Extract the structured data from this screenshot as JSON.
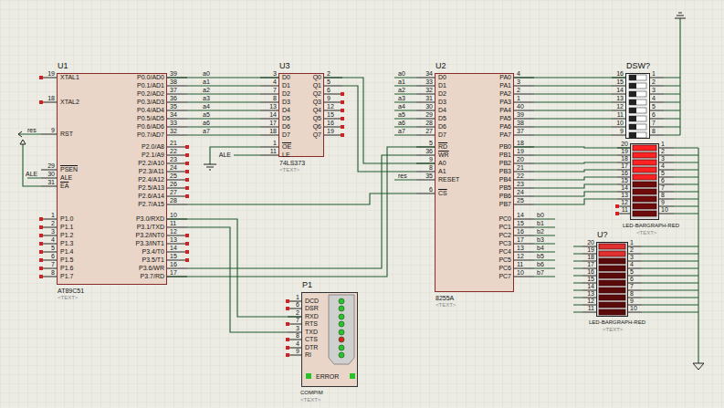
{
  "diagram": {
    "nodes": [
      {
        "text": [
          "U1",
          "AT89C51",
          "<TEXT>"
        ]
      },
      {
        "text": [
          "U3",
          "74LS373",
          "<TEXT>"
        ]
      },
      {
        "text": [
          "U2",
          "8255A",
          "<TEXT>"
        ]
      },
      {
        "text": [
          "DSW?"
        ]
      },
      {
        "text": [
          "LED-BARGRAPH-RED",
          "<TEXT>"
        ]
      },
      {
        "text": [
          "U?",
          "LED-BARGRAPH-RED",
          "<TEXT>"
        ]
      },
      {
        "text": [
          "P1",
          "ERROR",
          "COMPIM",
          "<TEXT>"
        ]
      }
    ],
    "edges": [
      {
        "from": 0,
        "to": 1,
        "arrow": "none"
      },
      {
        "from": 0,
        "to": 2,
        "arrow": "none"
      },
      {
        "from": 1,
        "to": 2,
        "arrow": "none"
      },
      {
        "from": 0,
        "to": 6,
        "arrow": "none"
      },
      {
        "from": 2,
        "to": 3,
        "arrow": "none"
      },
      {
        "from": 2,
        "to": 4,
        "arrow": "none"
      }
    ],
    "labels": [
      "19",
      "18",
      "9",
      "29",
      "30",
      "31",
      "1",
      "2",
      "3",
      "4",
      "5",
      "6",
      "7",
      "8",
      "XTAL1",
      "XTAL2",
      "RST",
      "PSEN",
      "ALE",
      "EA",
      "P1.0",
      "P1.1",
      "P1.2",
      "P1.3",
      "P1.4",
      "P1.5",
      "P1.6",
      "P1.7",
      "P0.0/AD0",
      "P0.1/AD1",
      "P0.2/AD2",
      "P0.3/AD3",
      "P0.4/AD4",
      "P0.5/AD5",
      "P0.6/AD6",
      "P0.7/AD7",
      "P2.0/A8",
      "P2.1/A9",
      "P2.2/A10",
      "P2.3/A11",
      "P2.4/A12",
      "P2.5/A13",
      "P2.6/A14",
      "P2.7/A15",
      "P3.0/RXD",
      "P3.1/TXD",
      "P3.2/INT0",
      "P3.3/INT1",
      "P3.4/T0",
      "P3.5/T1",
      "P3.6/WR",
      "P3.7/RD",
      "39",
      "38",
      "37",
      "36",
      "35",
      "34",
      "33",
      "32",
      "21",
      "22",
      "23",
      "24",
      "25",
      "26",
      "27",
      "28",
      "10",
      "11",
      "12",
      "13",
      "14",
      "15",
      "16",
      "17",
      "a0",
      "a1",
      "a2",
      "a3",
      "a4",
      "a5",
      "a6",
      "a7",
      "res",
      "ALE",
      "3",
      "4",
      "7",
      "8",
      "13",
      "14",
      "17",
      "18",
      "1",
      "11",
      "D0",
      "D1",
      "D2",
      "D3",
      "D4",
      "D5",
      "D6",
      "D7",
      "OE",
      "LE",
      "Q0",
      "Q1",
      "Q2",
      "Q3",
      "Q4",
      "Q5",
      "Q6",
      "Q7",
      "2",
      "5",
      "6",
      "9",
      "12",
      "15",
      "16",
      "19",
      "ALE",
      "a0",
      "a1",
      "a2",
      "a3",
      "a4",
      "a5",
      "a6",
      "a7",
      "res",
      "34",
      "33",
      "32",
      "31",
      "30",
      "29",
      "28",
      "27",
      "5",
      "36",
      "9",
      "8",
      "35",
      "6",
      "D0",
      "D1",
      "D2",
      "D3",
      "D4",
      "D5",
      "D6",
      "D7",
      "RD",
      "WR",
      "A0",
      "A1",
      "RESET",
      "CS",
      "PA0",
      "PA1",
      "PA2",
      "PA3",
      "PA4",
      "PA5",
      "PA6",
      "PA7",
      "PB0",
      "PB1",
      "PB2",
      "PB3",
      "PB4",
      "PB5",
      "PB6",
      "PB7",
      "PC0",
      "PC1",
      "PC2",
      "PC3",
      "PC4",
      "PC5",
      "PC6",
      "PC7",
      "4",
      "3",
      "2",
      "1",
      "40",
      "39",
      "38",
      "37",
      "18",
      "19",
      "20",
      "21",
      "22",
      "23",
      "24",
      "25",
      "14",
      "15",
      "16",
      "17",
      "13",
      "12",
      "11",
      "10",
      "b0",
      "b1",
      "b2",
      "b3",
      "b4",
      "b5",
      "b6",
      "b7",
      "16",
      "15",
      "14",
      "13",
      "12",
      "11",
      "10",
      "9",
      "1",
      "2",
      "3",
      "4",
      "5",
      "6",
      "7",
      "8",
      "20",
      "19",
      "18",
      "17",
      "16",
      "15",
      "14",
      "13",
      "12",
      "11",
      "1",
      "2",
      "3",
      "4",
      "5",
      "6",
      "7",
      "8",
      "9",
      "10",
      "20",
      "19",
      "18",
      "17",
      "16",
      "15",
      "14",
      "13",
      "12",
      "11",
      "1",
      "2",
      "3",
      "4",
      "5",
      "6",
      "7",
      "8",
      "9",
      "10",
      "1",
      "6",
      "2",
      "7",
      "3",
      "8",
      "4",
      "9",
      "DCD",
      "DSR",
      "RXD",
      "RTS",
      "TXD",
      "CTS",
      "DTR",
      "RI"
    ]
  }
}
